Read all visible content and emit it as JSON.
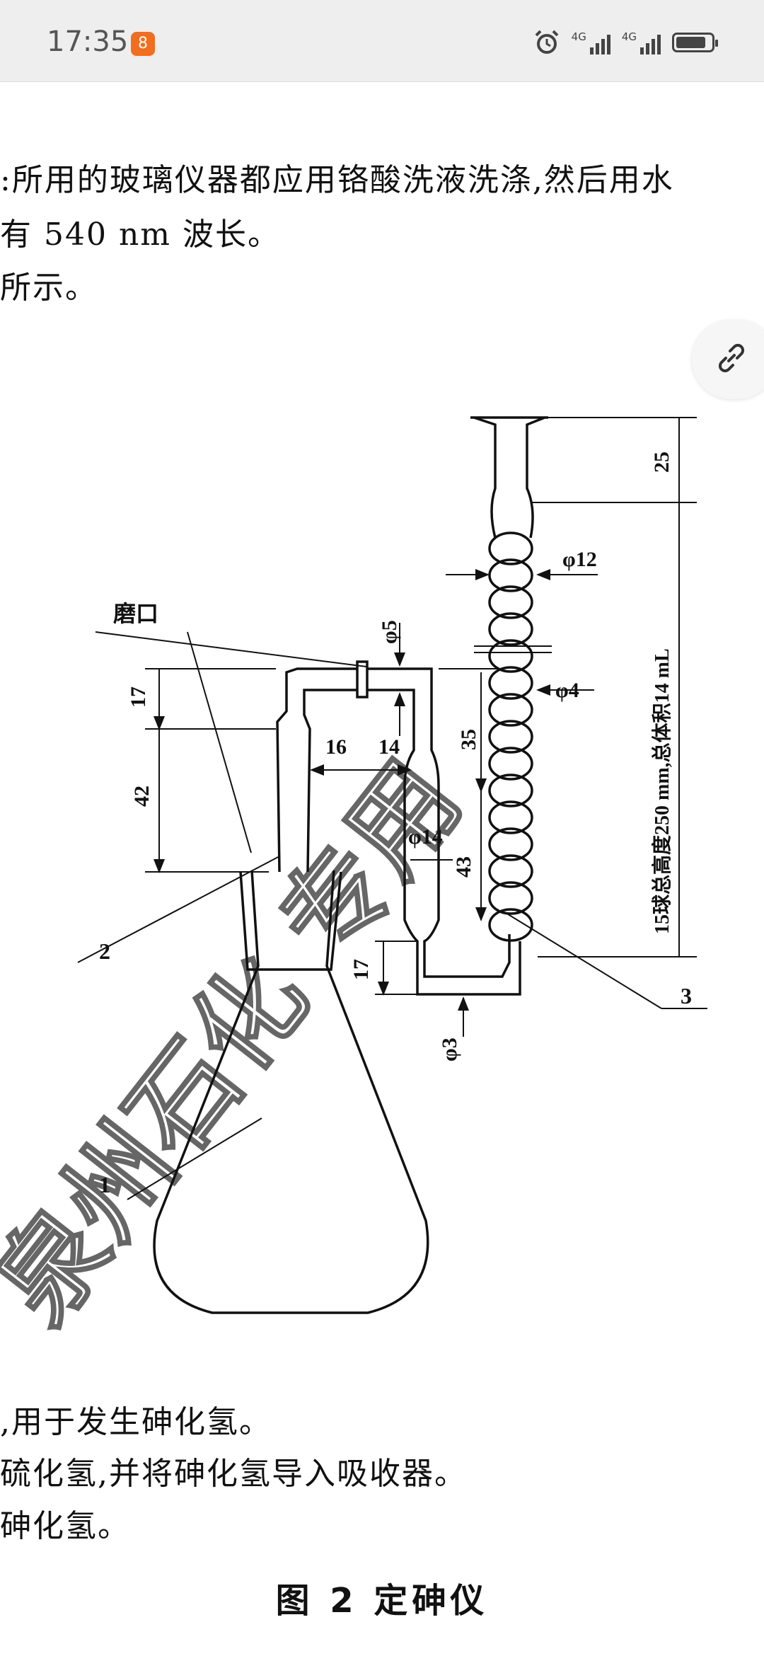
{
  "status_bar": {
    "time": "17:35",
    "app_badge_glyph": "8",
    "network_1": "4G",
    "network_2": "4G",
    "battery_level": 0.85,
    "icons": [
      "alarm-icon",
      "signal-icon",
      "battery-icon"
    ]
  },
  "document": {
    "line_1": ":所用的玻璃仪器都应用铬酸洗液洗涤,然后用水",
    "line_2": "有 540 nm 波长。",
    "line_3": "所示。",
    "desc_1": ",用于发生砷化氢。",
    "desc_2": "硫化氢,并将砷化氢导入吸收器。",
    "desc_3": "砷化氢。",
    "caption": "图 2  定砷仪"
  },
  "diagram": {
    "label_ground_joint": "磨口",
    "dim_17_top": "17",
    "dim_42": "42",
    "dim_phi5": "φ5",
    "dim_16": "16",
    "dim_14": "14",
    "dim_phi14": "φ14",
    "dim_35": "35",
    "dim_43": "43",
    "dim_17_bottom": "17",
    "dim_phi3": "φ3",
    "dim_phi12": "φ12",
    "dim_phi4": "φ4",
    "dim_25": "25",
    "tube_note": "15球总高度250 mm,总体积14 mL",
    "part_1": "1",
    "part_2": "2",
    "part_3": "3",
    "watermark": "泉州石化 专用"
  },
  "link_button": {
    "icon": "link-icon"
  },
  "colors": {
    "status_bg": "#eeeeee",
    "badge": "#f26d1d",
    "ink": "#111111"
  }
}
